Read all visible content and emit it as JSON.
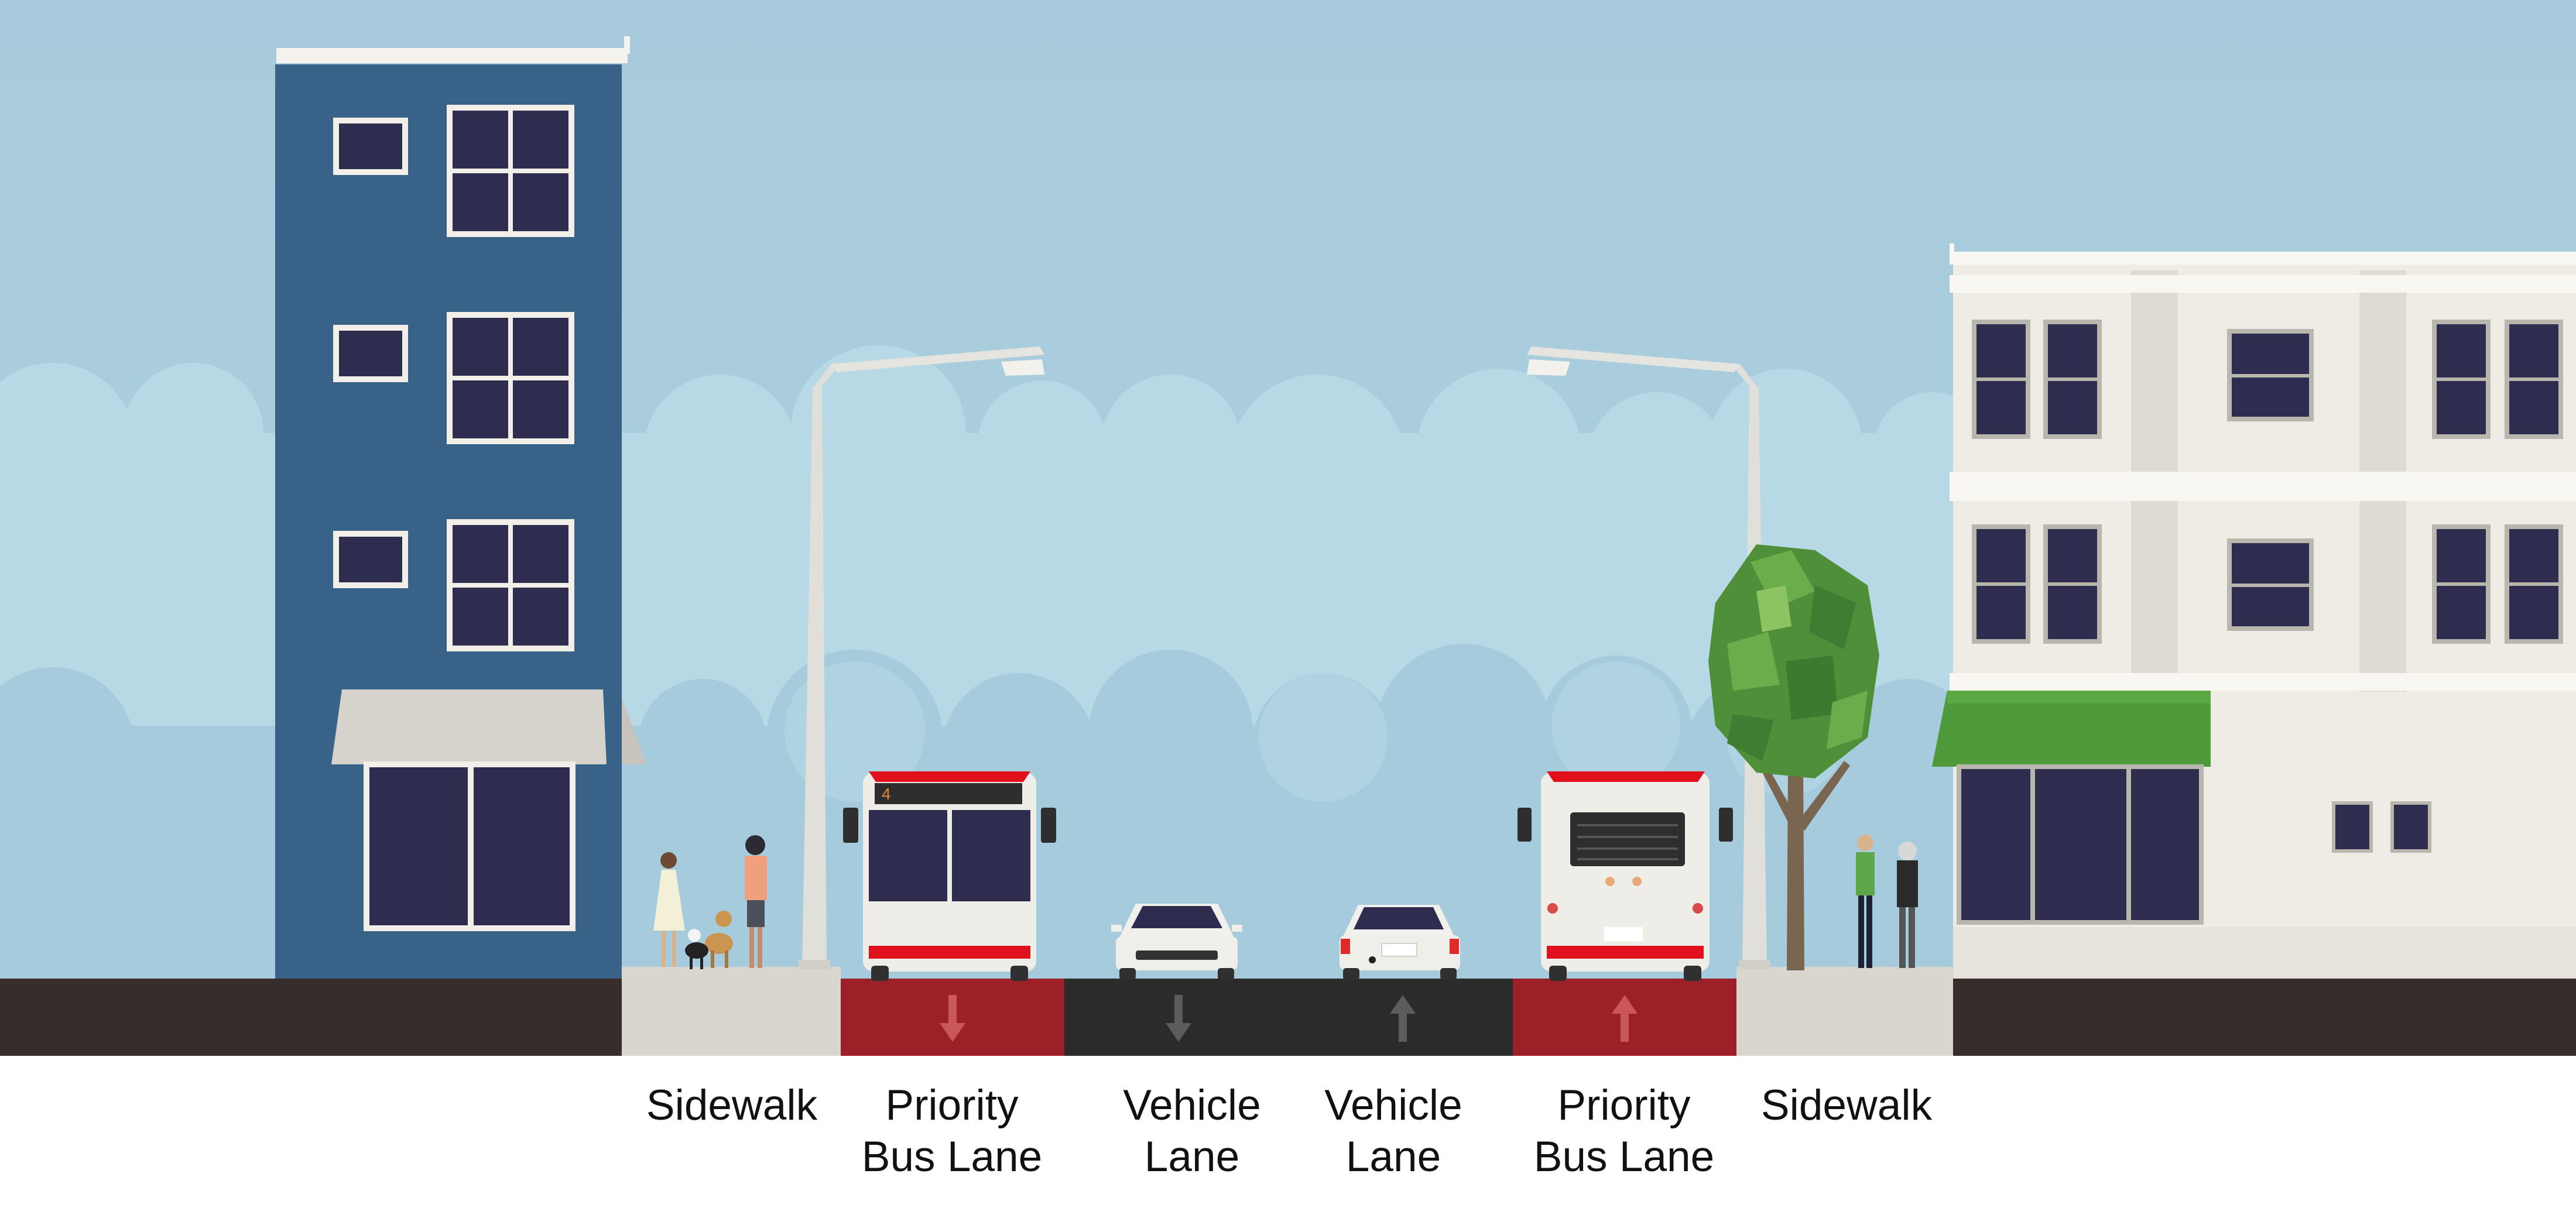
{
  "bus_route_number": "4",
  "lanes": [
    {
      "type": "sidewalk",
      "label_lines": [
        "Sidewalk"
      ],
      "color": "#d9d6cf"
    },
    {
      "type": "bus",
      "label_lines": [
        "Priority",
        "Bus Lane"
      ],
      "direction": "down",
      "color": "#9c2027"
    },
    {
      "type": "vehicle",
      "label_lines": [
        "Vehicle",
        "Lane"
      ],
      "direction": "down",
      "color": "#2b2b2a"
    },
    {
      "type": "vehicle",
      "label_lines": [
        "Vehicle",
        "Lane"
      ],
      "direction": "up",
      "color": "#2b2b2a"
    },
    {
      "type": "bus",
      "label_lines": [
        "Priority",
        "Bus Lane"
      ],
      "direction": "up",
      "color": "#9c2027"
    },
    {
      "type": "sidewalk",
      "label_lines": [
        "Sidewalk"
      ],
      "color": "#d9d6cf"
    }
  ],
  "colors": {
    "sky": "#a9cddd",
    "clouds": "#b9dae6",
    "ground": "#372d2a",
    "left_building": "#386287",
    "right_building": "#eeece5",
    "window": "#2f2d4f",
    "awning_left": "#d6d3cd",
    "awning_right": "#4e9a3b",
    "tree": "#4f8f3a",
    "bus_red": "#e0101c"
  }
}
